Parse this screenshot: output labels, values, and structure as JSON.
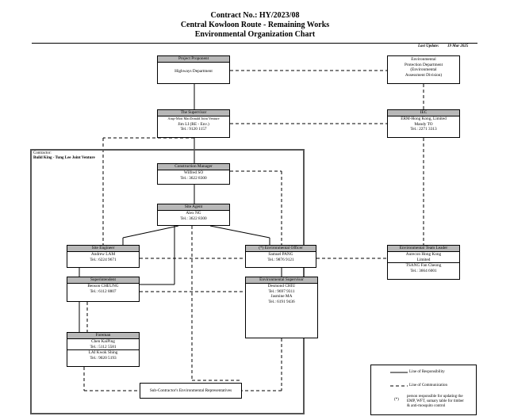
{
  "header": {
    "line1": "Contract No.: HY/2023/08",
    "line2": "Central Kowloon Route - Remaining Works",
    "line3": "Environmental Organization Chart",
    "last_update_label": "Last Update:",
    "last_update_value": "19 Mar 2025"
  },
  "boxes": {
    "project_proponent": {
      "title": "Project Proponent",
      "lines": [
        "Highways Department"
      ]
    },
    "epd": {
      "title": "",
      "lines": [
        "Environmental",
        "Protection Department",
        "(Environmental",
        "Assessment Division)"
      ]
    },
    "supervisor": {
      "title": "The Supervisor",
      "lines": [
        "Arup-Mott MacDonald Joint Venture",
        "Jim LI (RE - Env.)",
        "Tel.: 9120 1157"
      ]
    },
    "iec": {
      "title": "IEC",
      "lines": [
        "ERM-Hong Kong, Limited",
        "Mandy TO",
        "Tel.: 2271 3313"
      ]
    },
    "construction_manager": {
      "title": "Construction Manager",
      "lines": [
        "Wilfred SO",
        "Tel.: 3622 8300"
      ]
    },
    "site_agent": {
      "title": "Site Agent",
      "lines": [
        "Alex NG",
        "Tel.: 3622 8300"
      ]
    },
    "site_engineer": {
      "title": "Site Engineer",
      "lines": [
        "Andrew LAM",
        "Tel.: 6224 9671"
      ]
    },
    "environmental_officer": {
      "title": "(*) Environmental Officer",
      "lines": [
        "Samuel PANG",
        "Tel.: 9876 9121"
      ]
    },
    "env_team_leader": {
      "title": "Environmental Team Leader",
      "lines": [
        "Aurecon Hong Kong",
        "Limited"
      ],
      "lines2": [
        "TSANG Fan Cheong",
        "Tel.: 3664 6001"
      ]
    },
    "superintendent": {
      "title": "Superintendent",
      "lines": [
        "Benson CHEUNG",
        "Tel.: 6112 8807"
      ]
    },
    "env_supervisor": {
      "title": "Environmental Supervisor",
      "lines": [
        "Desmond CHIU",
        "Tel.: 9697 9311",
        "Jasmine MA",
        "Tel.: 6191 9436"
      ]
    },
    "foreman": {
      "title": "Foreman",
      "lines": [
        "Chen KaiPing",
        "Tel.: 5112 5581"
      ],
      "lines2": [
        "LAI Kwok Shing",
        "Tel.: 9020 5193"
      ]
    },
    "subcontractor": {
      "title": "",
      "lines": [
        "Sub-Contractor's Environmental Representatives"
      ]
    }
  },
  "contractor": {
    "label": "Contractor:",
    "name": "Build King - Tung Lee Joint Venture"
  },
  "legend": {
    "responsibility": "Line of Responsibility",
    "communication": "Line of Communication",
    "star": "(*)",
    "star_note": [
      "person responsible for updating the",
      "EMP, WFT, sumary table for timber",
      "& anti-mosquito control"
    ]
  }
}
